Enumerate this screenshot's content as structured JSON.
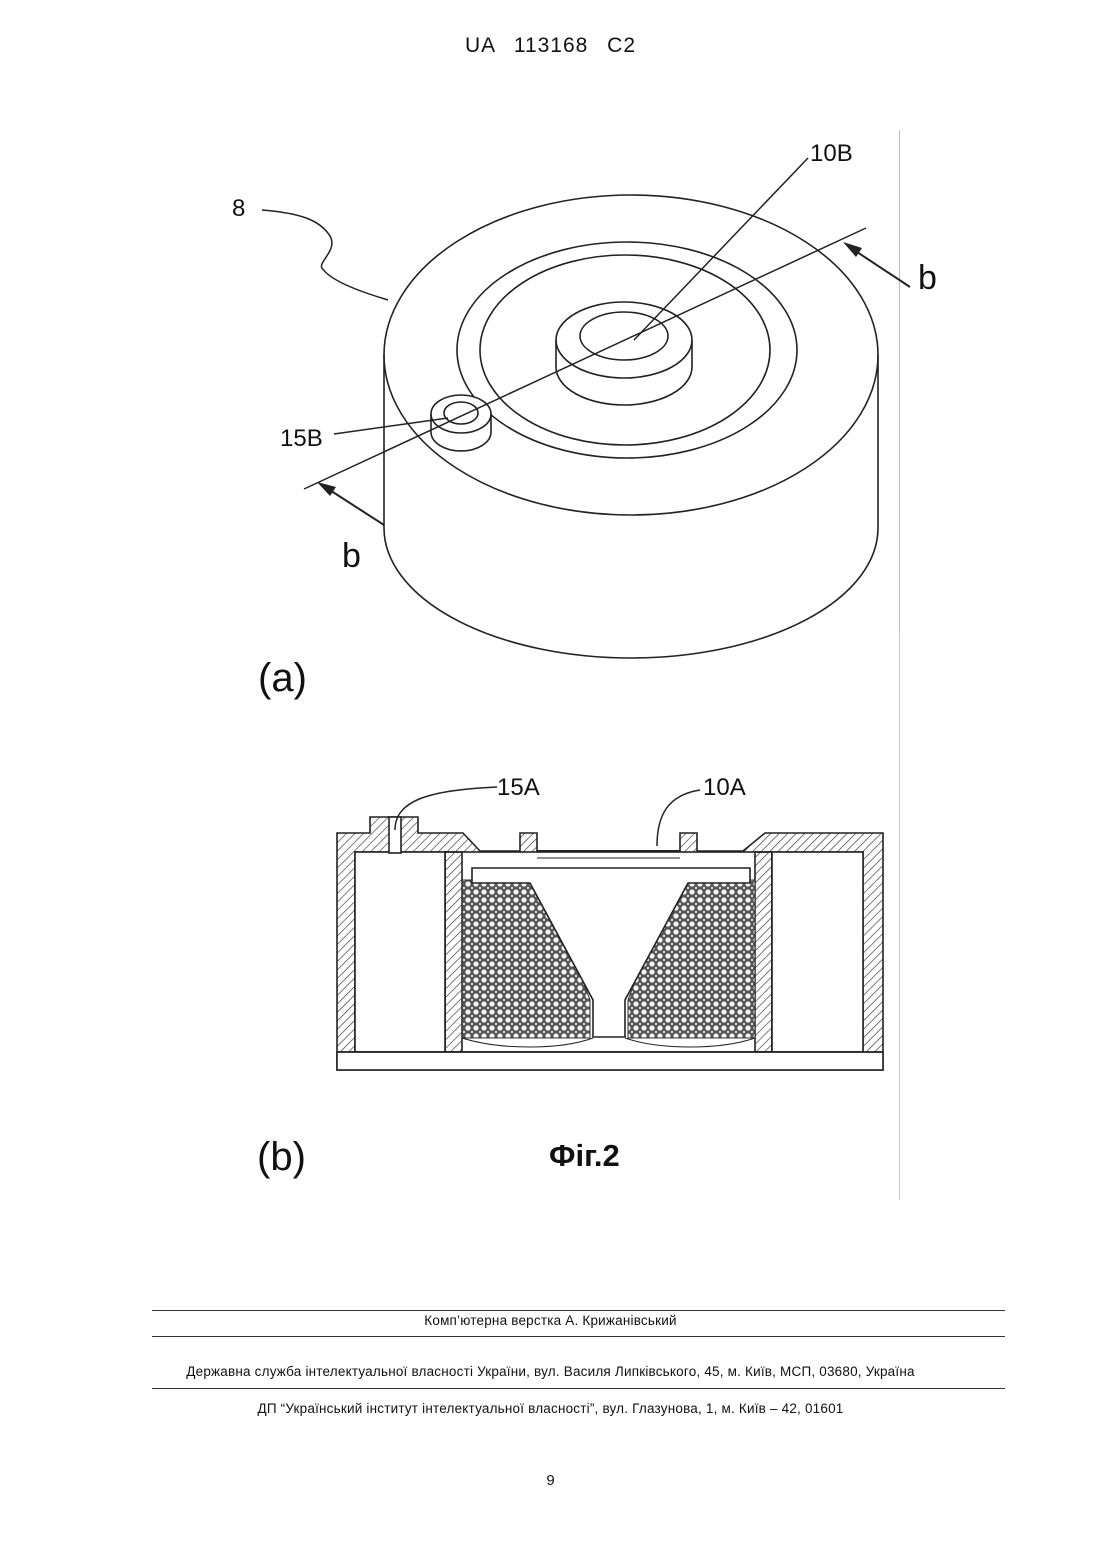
{
  "header": {
    "patent_id": "UA 113168 C2"
  },
  "figure": {
    "labels": {
      "ref_8": "8",
      "ref_10B": "10B",
      "ref_b_top": "b",
      "ref_15B": "15B",
      "ref_b_bottom": "b",
      "panel_a": "(a)",
      "ref_15A": "15A",
      "ref_10A": "10A",
      "panel_b": "(b)"
    },
    "caption": "Фіг.2"
  },
  "footer": {
    "layout": "Комп’ютерна верстка А. Крижанівський",
    "agency": "Державна служба інтелектуальної власності України, вул. Василя Липківського, 45, м. Київ, МСП, 03680, Україна",
    "institute": "ДП “Український інститут інтелектуальної власності”, вул. Глазунова, 1, м. Київ – 42, 01601",
    "page_number": "9"
  }
}
